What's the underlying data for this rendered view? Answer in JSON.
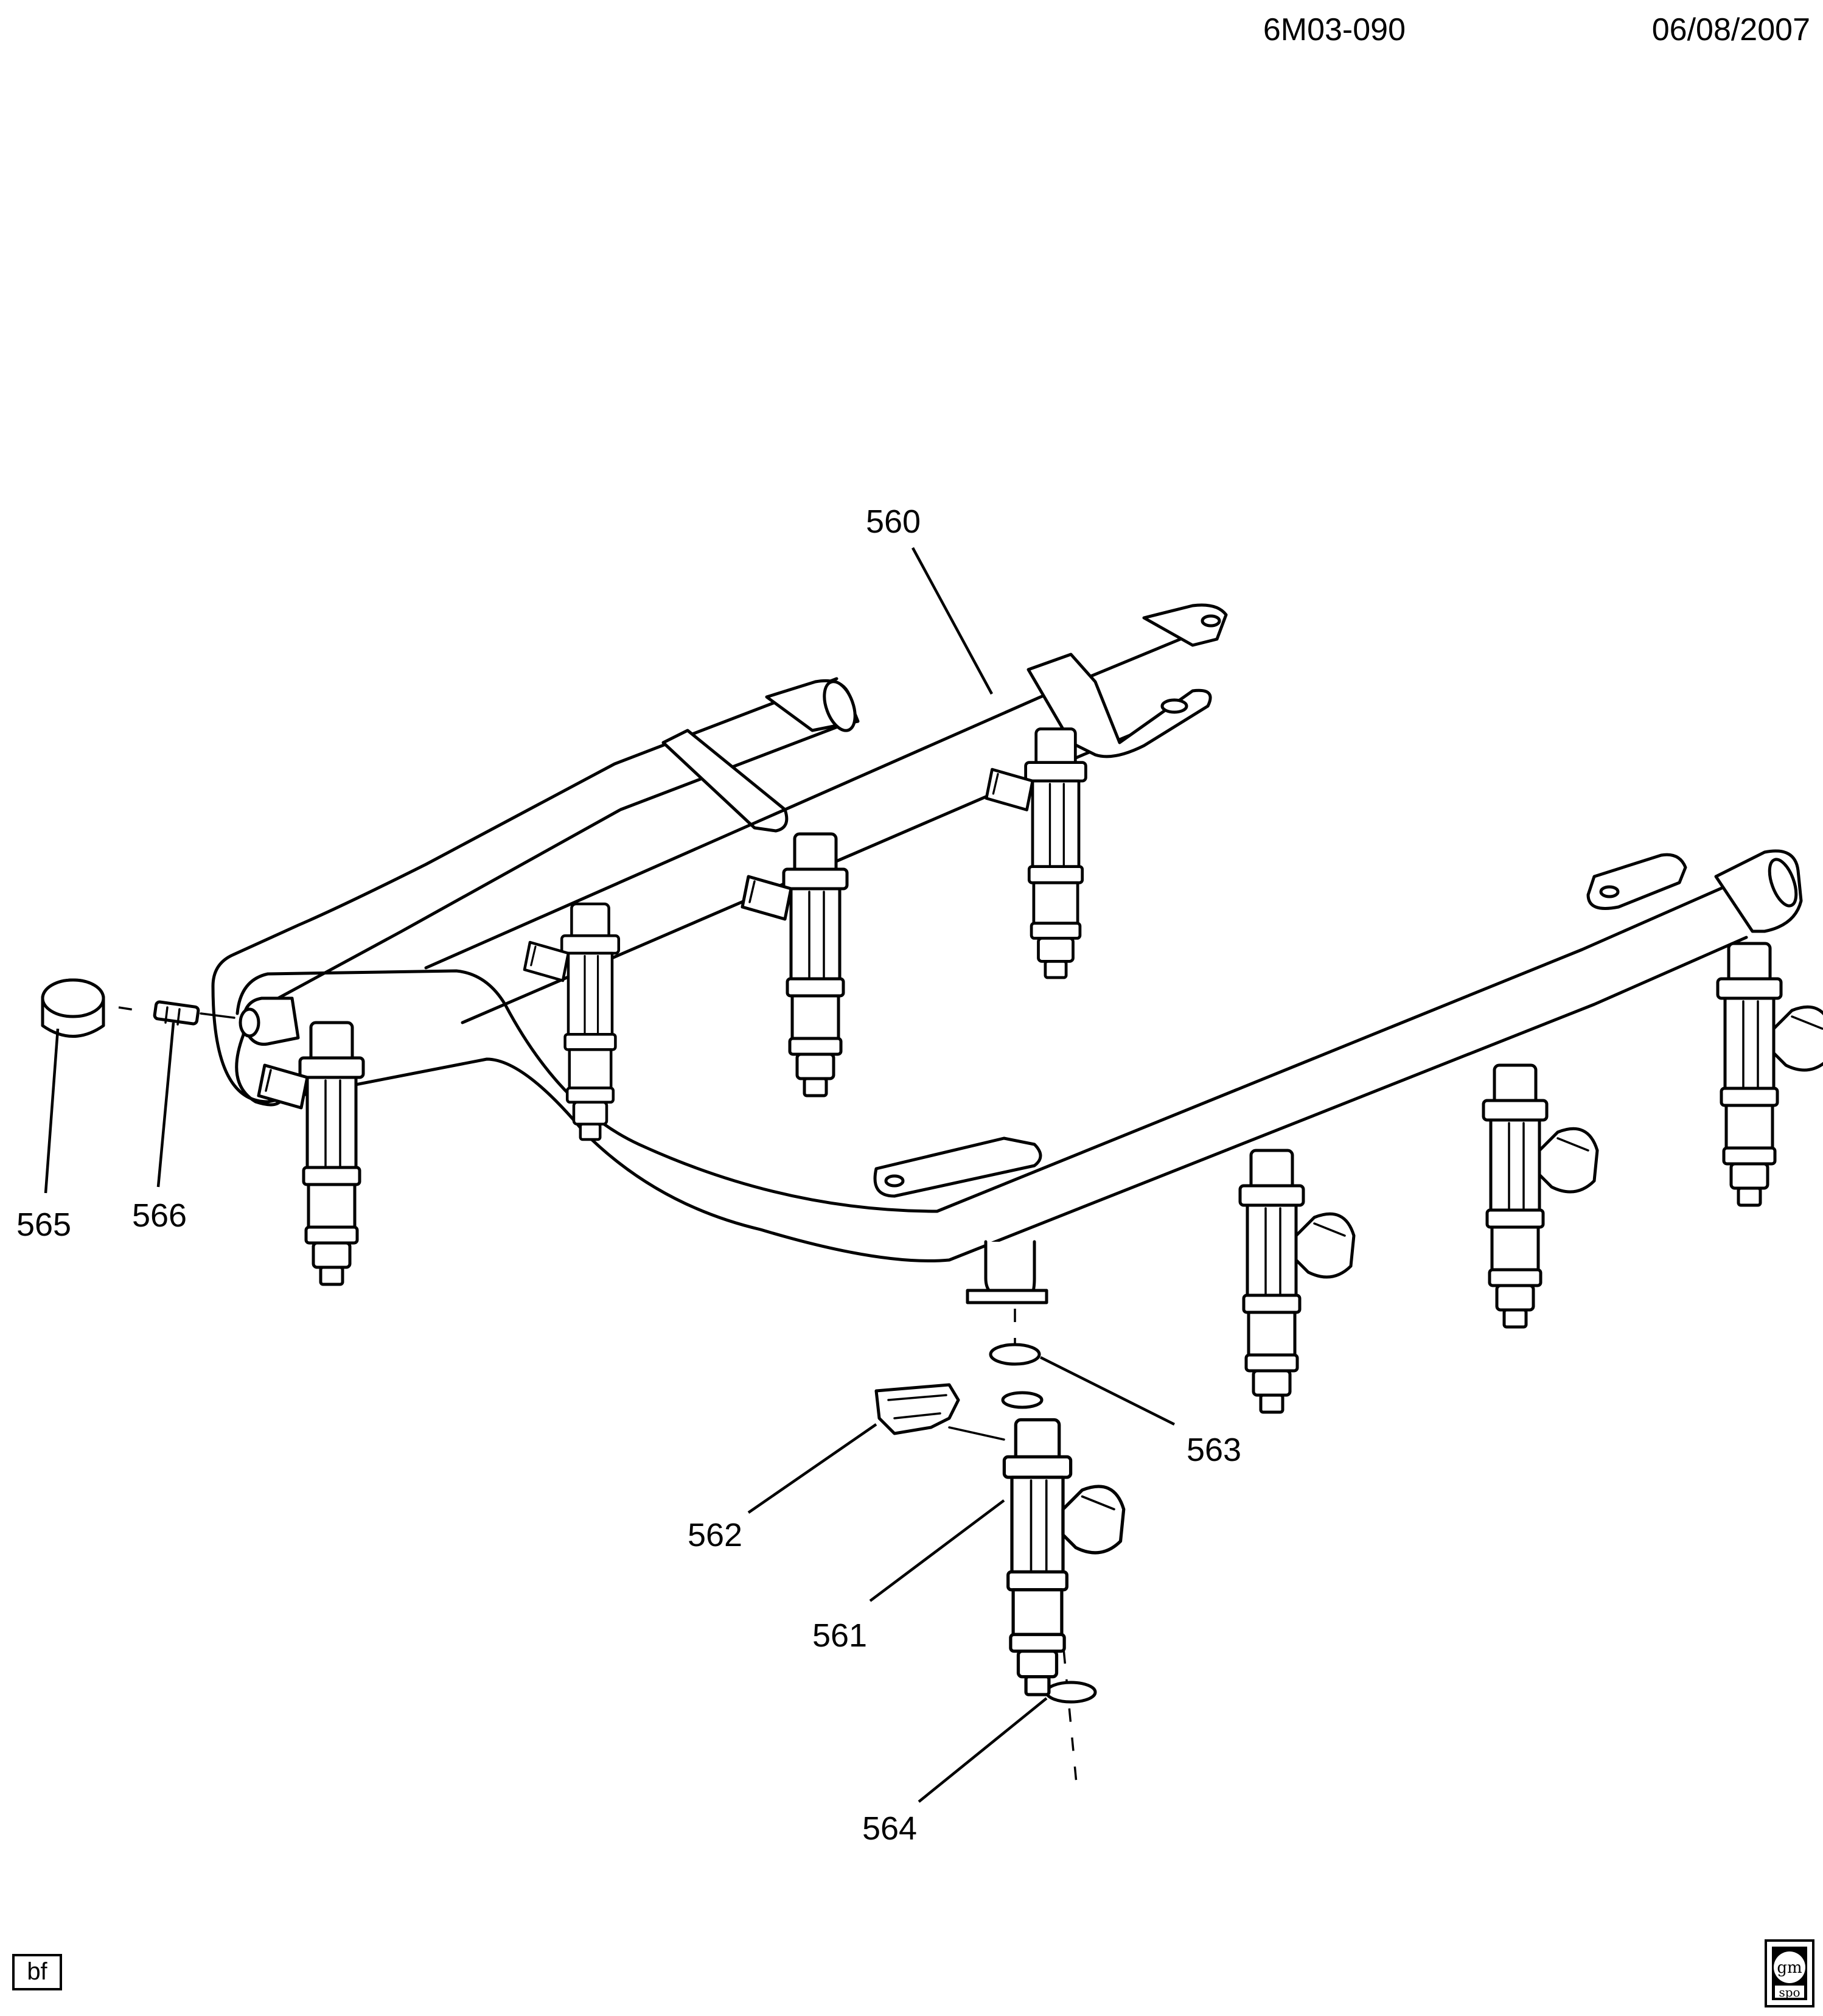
{
  "header": {
    "drawing_number": "6M03-090",
    "date": "06/08/2007"
  },
  "callouts": {
    "c560": "560",
    "c561": "561",
    "c562": "562",
    "c563": "563",
    "c564": "564",
    "c565": "565",
    "c566": "566"
  },
  "footer": {
    "artist_initials": "bf",
    "logo_line1": "gm",
    "logo_line2": "spo"
  }
}
